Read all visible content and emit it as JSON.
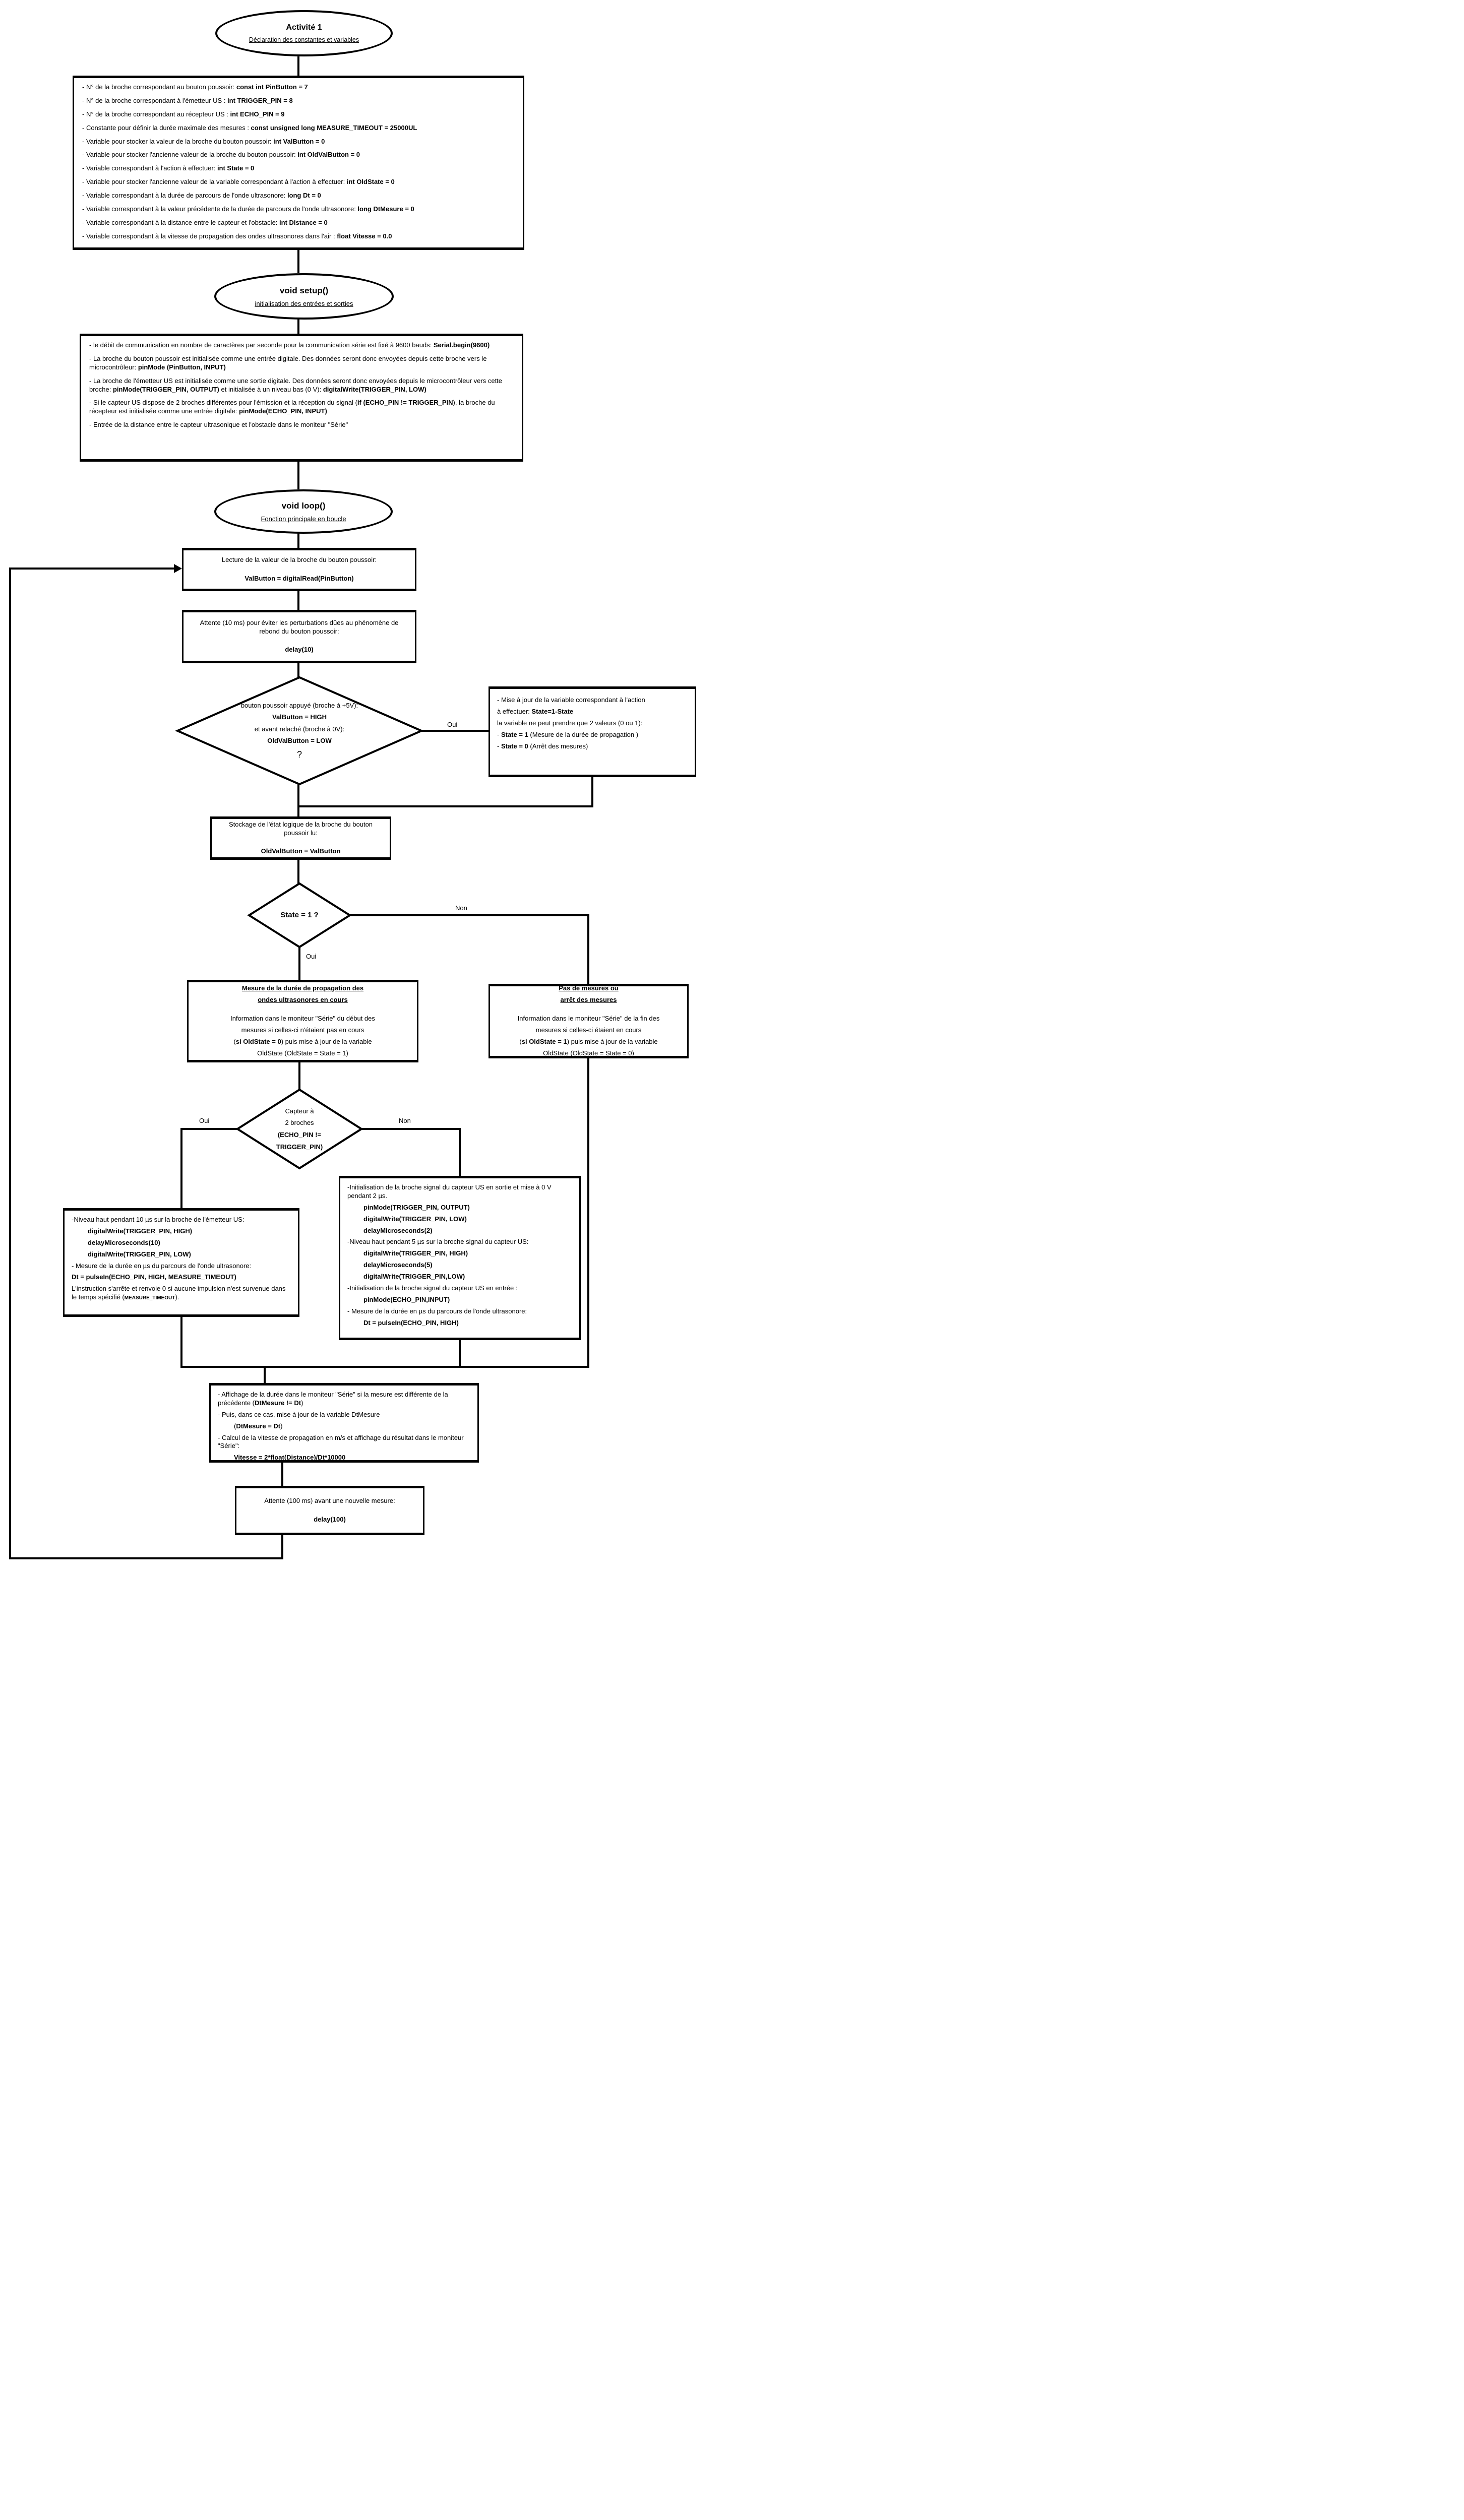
{
  "colors": {
    "ink": "#000000",
    "paper": "#ffffff"
  },
  "labels": {
    "oui_bouton": "Oui",
    "non_state": "Non",
    "oui_state": "Oui",
    "oui_capteur": "Oui",
    "non_capteur": "Non"
  },
  "nodes": {
    "activite": {
      "title": "Activité 1",
      "subtitle": "Déclaration des constantes et variables"
    },
    "declarations": {
      "lines": [
        {
          "s": [
            {
              "t": "- N° de la broche correspondant au bouton poussoir:  "
            },
            {
              "t": "const int PinButton = 7",
              "b": 1
            }
          ]
        },
        {
          "s": [
            {
              "t": "- N° de la broche correspondant à l'émetteur US :  "
            },
            {
              "t": "int TRIGGER_PIN = 8",
              "b": 1
            }
          ]
        },
        {
          "s": [
            {
              "t": "- N° de la broche correspondant au récepteur US :  "
            },
            {
              "t": "int ECHO_PIN = 9",
              "b": 1
            }
          ]
        },
        {
          "s": [
            {
              "t": "- Constante pour définir la durée maximale des mesures :  "
            },
            {
              "t": "const unsigned long MEASURE_TIMEOUT = 25000UL",
              "b": 1
            }
          ]
        },
        {
          "s": [
            {
              "t": "- Variable pour stocker la valeur de la broche du bouton poussoir:  "
            },
            {
              "t": "int ValButton = 0",
              "b": 1
            }
          ]
        },
        {
          "s": [
            {
              "t": "- Variable pour stocker l'ancienne valeur de la broche du bouton poussoir:  "
            },
            {
              "t": "int OldValButton = 0",
              "b": 1
            }
          ]
        },
        {
          "s": [
            {
              "t": "- Variable correspondant à l'action à effectuer:  "
            },
            {
              "t": "int State = 0",
              "b": 1
            }
          ]
        },
        {
          "s": [
            {
              "t": "- Variable pour stocker l'ancienne valeur de la variable correspondant à l'action à effectuer:  "
            },
            {
              "t": "int OldState = 0",
              "b": 1
            }
          ]
        },
        {
          "s": [
            {
              "t": "- Variable correspondant à la durée de parcours de l'onde ultrasonore: "
            },
            {
              "t": "long Dt = 0",
              "b": 1
            }
          ]
        },
        {
          "s": [
            {
              "t": "- Variable correspondant à la valeur précédente de la durée de parcours de l'onde ultrasonore: "
            },
            {
              "t": "long DtMesure = 0",
              "b": 1
            }
          ]
        },
        {
          "s": [
            {
              "t": "- Variable correspondant à la distance entre le capteur et l'obstacle:   "
            },
            {
              "t": "int Distance = 0",
              "b": 1
            }
          ]
        },
        {
          "s": [
            {
              "t": "- Variable correspondant à la vitesse de propagation des ondes ultrasonores dans l'air :   "
            },
            {
              "t": "float Vitesse = 0.0",
              "b": 1
            }
          ]
        }
      ]
    },
    "setup": {
      "title": "void setup()",
      "subtitle": "initialisation des entrées et sorties"
    },
    "setup_detail": {
      "lines": [
        {
          "s": [
            {
              "t": "- le débit de communication en nombre de caractères par seconde pour la communication série est fixé à 9600 bauds: "
            },
            {
              "t": "Serial.begin(9600)",
              "b": 1
            }
          ]
        },
        {
          "s": [
            {
              "t": "- La broche du bouton poussoir est initialisée comme une entrée digitale. Des données seront donc envoyées depuis cette broche vers le microcontrôleur:   "
            },
            {
              "t": "pinMode (PinButton, INPUT)",
              "b": 1
            }
          ]
        },
        {
          "s": [
            {
              "t": "- La broche de l'émetteur US est initialisée comme une sortie digitale. Des données seront donc envoyées depuis le microcontrôleur vers cette broche:   "
            },
            {
              "t": "pinMode(TRIGGER_PIN, OUTPUT)",
              "b": 1
            },
            {
              "t": "  et initialisée à un niveau bas (0 V): "
            },
            {
              "t": "digitalWrite(TRIGGER_PIN, LOW)",
              "b": 1
            }
          ]
        },
        {
          "s": [
            {
              "t": "- Si le capteur US dispose de 2 broches différentes pour l'émission et la réception du signal ("
            },
            {
              "t": "if (ECHO_PIN != TRIGGER_PIN",
              "b": 1
            },
            {
              "t": "), la broche du récepteur est initialisée comme une entrée digitale:   "
            },
            {
              "t": "pinMode(ECHO_PIN, INPUT)",
              "b": 1
            }
          ]
        },
        {
          "s": [
            {
              "t": "- Entrée de la distance entre le capteur ultrasonique et l'obstacle dans le moniteur \"Série\""
            }
          ]
        }
      ]
    },
    "loop": {
      "title": "void loop()",
      "subtitle": "Fonction principale en boucle"
    },
    "lecture": {
      "lines": [
        {
          "c": 1,
          "s": [
            {
              "t": "Lecture de la valeur de la broche du bouton poussoir:"
            }
          ]
        },
        {
          "c": 1,
          "gap": 1,
          "s": [
            {
              "t": "ValButton = digitalRead(PinButton)",
              "b": 1
            }
          ]
        }
      ]
    },
    "attente10": {
      "lines": [
        {
          "c": 1,
          "s": [
            {
              "t": "Attente (10 ms) pour éviter les perturbations dûes au phénomène de rebond du bouton poussoir:"
            }
          ]
        },
        {
          "c": 1,
          "gap": 1,
          "s": [
            {
              "t": "delay(10)",
              "b": 1
            }
          ]
        }
      ]
    },
    "decision_bouton": {
      "lines": [
        {
          "c": 1,
          "s": [
            {
              "t": "bouton poussoir appuyé (broche à +5V):"
            }
          ]
        },
        {
          "c": 1,
          "s": [
            {
              "t": "ValButton = HIGH",
              "b": 1
            }
          ]
        },
        {
          "c": 1,
          "s": [
            {
              "t": "et avant relaché (broche à 0V):"
            }
          ]
        },
        {
          "c": 1,
          "s": [
            {
              "t": "OldValButton = LOW",
              "b": 1
            }
          ]
        },
        {
          "c": 1,
          "s": [
            {
              "t": "?",
              "lg": 1
            }
          ]
        }
      ]
    },
    "maj_state": {
      "lines": [
        {
          "s": [
            {
              "t": "- Mise à jour de la variable correspondant à l'action"
            }
          ]
        },
        {
          "s": [
            {
              "t": "à effectuer: "
            },
            {
              "t": "State=1-State",
              "b": 1
            }
          ]
        },
        {
          "s": [
            {
              "t": "la variable ne peut prendre que 2 valeurs (0 ou 1):"
            }
          ]
        },
        {
          "s": [
            {
              "t": "- "
            },
            {
              "t": "State = 1",
              "b": 1
            },
            {
              "t": " (Mesure de la durée de propagation )"
            }
          ]
        },
        {
          "s": [
            {
              "t": "- "
            },
            {
              "t": "State = 0",
              "b": 1
            },
            {
              "t": " (Arrêt des mesures)"
            }
          ]
        }
      ]
    },
    "stockage": {
      "lines": [
        {
          "c": 1,
          "s": [
            {
              "t": "Stockage de l'état logique de la broche du bouton poussoir lu:"
            }
          ]
        },
        {
          "c": 1,
          "gap": 1,
          "s": [
            {
              "t": "OldValButton = ValButton",
              "b": 1
            }
          ]
        }
      ]
    },
    "decision_state": {
      "lines": [
        {
          "c": 1,
          "s": [
            {
              "t": "State = 1 ?",
              "b": 1
            }
          ]
        }
      ]
    },
    "mesure_en_cours": {
      "lines": [
        {
          "c": 1,
          "s": [
            {
              "t": "Mesure de la durée de propagation des",
              "b": 1,
              "u": 1
            }
          ]
        },
        {
          "c": 1,
          "s": [
            {
              "t": "ondes ultrasonores en cours",
              "b": 1,
              "u": 1
            }
          ]
        },
        {
          "c": 1,
          "gap": 1,
          "s": [
            {
              "t": "Information dans le moniteur \"Série\" du début des"
            }
          ]
        },
        {
          "c": 1,
          "s": [
            {
              "t": "mesures si celles-ci n'étaient pas en cours"
            }
          ]
        },
        {
          "c": 1,
          "s": [
            {
              "t": "("
            },
            {
              "t": "si OldState = 0",
              "b": 1
            },
            {
              "t": ")  puis mise à jour de la variable"
            }
          ]
        },
        {
          "c": 1,
          "s": [
            {
              "t": "OldState (OldState = State = 1)"
            }
          ]
        }
      ]
    },
    "pas_de_mesures": {
      "lines": [
        {
          "c": 1,
          "s": [
            {
              "t": "Pas de mesures ou",
              "b": 1,
              "u": 1
            }
          ]
        },
        {
          "c": 1,
          "s": [
            {
              "t": "arrêt des mesures",
              "b": 1,
              "u": 1
            }
          ]
        },
        {
          "c": 1,
          "gap": 1,
          "s": [
            {
              "t": "Information dans le moniteur \"Série\" de la fin des"
            }
          ]
        },
        {
          "c": 1,
          "s": [
            {
              "t": "mesures si celles-ci étaient en cours"
            }
          ]
        },
        {
          "c": 1,
          "s": [
            {
              "t": "("
            },
            {
              "t": "si OldState = 1",
              "b": 1
            },
            {
              "t": ")   puis mise à jour de la variable"
            }
          ]
        },
        {
          "c": 1,
          "s": [
            {
              "t": "OldState (OldState = State = 0)"
            }
          ]
        }
      ]
    },
    "decision_capteur": {
      "lines": [
        {
          "c": 1,
          "s": [
            {
              "t": "Capteur à"
            }
          ]
        },
        {
          "c": 1,
          "s": [
            {
              "t": "2 broches"
            }
          ]
        },
        {
          "c": 1,
          "s": [
            {
              "t": "(ECHO_PIN !=",
              "b": 1
            }
          ]
        },
        {
          "c": 1,
          "s": [
            {
              "t": "TRIGGER_PIN)",
              "b": 1
            }
          ]
        }
      ]
    },
    "niveau_haut": {
      "lines": [
        {
          "s": [
            {
              "t": "-Niveau haut pendant 10 µs sur la broche de l'émetteur US:"
            }
          ]
        },
        {
          "i": 1,
          "s": [
            {
              "t": "digitalWrite(TRIGGER_PIN, HIGH)",
              "b": 1
            }
          ]
        },
        {
          "i": 1,
          "s": [
            {
              "t": "delayMicroseconds(10)",
              "b": 1
            }
          ]
        },
        {
          "i": 1,
          "s": [
            {
              "t": "digitalWrite(TRIGGER_PIN, LOW)",
              "b": 1
            }
          ]
        },
        {
          "s": [
            {
              "t": "- Mesure de la durée en µs du parcours de l'onde ultrasonore:"
            }
          ]
        },
        {
          "s": [
            {
              "t": "Dt = pulseIn(ECHO_PIN, HIGH, MEASURE_TIMEOUT)",
              "b": 1
            }
          ]
        },
        {
          "s": [
            {
              "t": "L'instruction s'arrête et renvoie 0 si aucune impulsion n'est survenue dans le temps spécifié ("
            },
            {
              "t": "MEASURE_TIMEOUT",
              "sm": 1
            },
            {
              "t": ")."
            }
          ]
        }
      ]
    },
    "init_capteur": {
      "lines": [
        {
          "s": [
            {
              "t": "-Initialisation de la broche signal du capteur US en sortie et mise à 0 V pendant 2 µs."
            }
          ]
        },
        {
          "i": 1,
          "s": [
            {
              "t": "pinMode(TRIGGER_PIN, OUTPUT)",
              "b": 1
            }
          ]
        },
        {
          "i": 1,
          "s": [
            {
              "t": "digitalWrite(TRIGGER_PIN, LOW)",
              "b": 1
            }
          ]
        },
        {
          "i": 1,
          "s": [
            {
              "t": "delayMicroseconds(2)",
              "b": 1
            }
          ]
        },
        {
          "s": [
            {
              "t": "-Niveau haut pendant 5 µs sur la broche signal du capteur US:"
            }
          ]
        },
        {
          "i": 1,
          "s": [
            {
              "t": "digitalWrite(TRIGGER_PIN, HIGH)",
              "b": 1
            }
          ]
        },
        {
          "i": 1,
          "s": [
            {
              "t": "delayMicroseconds(5)",
              "b": 1
            }
          ]
        },
        {
          "i": 1,
          "s": [
            {
              "t": "digitalWrite(TRIGGER_PIN,LOW)",
              "b": 1
            }
          ]
        },
        {
          "s": [
            {
              "t": "-Initialisation de la broche signal du capteur US en entrée :"
            }
          ]
        },
        {
          "i": 1,
          "s": [
            {
              "t": "pinMode(ECHO_PIN,INPUT)",
              "b": 1
            }
          ]
        },
        {
          "s": [
            {
              "t": "- Mesure de la durée en µs du parcours de l'onde ultrasonore:"
            }
          ]
        },
        {
          "i": 1,
          "s": [
            {
              "t": "Dt = pulseIn(ECHO_PIN, HIGH)",
              "b": 1
            }
          ]
        }
      ]
    },
    "affichage": {
      "lines": [
        {
          "s": [
            {
              "t": "- Affichage de la durée dans le moniteur \"Série\" si la mesure est différente de la précédente  ("
            },
            {
              "t": "DtMesure != Dt",
              "b": 1
            },
            {
              "t": ")"
            }
          ]
        },
        {
          "s": [
            {
              "t": "- Puis, dans ce cas, mise à jour de la variable DtMesure"
            }
          ]
        },
        {
          "i": 1,
          "s": [
            {
              "t": "("
            },
            {
              "t": "DtMesure = Dt",
              "b": 1
            },
            {
              "t": ")"
            }
          ]
        },
        {
          "s": [
            {
              "t": "- Calcul de la vitesse de propagation en m/s et affichage du résultat dans le moniteur \"Série\":"
            }
          ]
        },
        {
          "i": 1,
          "s": [
            {
              "t": "Vitesse = 2*float(Distance)/Dt*10000",
              "b": 1
            }
          ]
        }
      ]
    },
    "attente100": {
      "lines": [
        {
          "c": 1,
          "s": [
            {
              "t": "Attente (100 ms) avant une nouvelle mesure:"
            }
          ]
        },
        {
          "c": 1,
          "gap": 1,
          "s": [
            {
              "t": "delay(100)",
              "b": 1
            }
          ]
        }
      ]
    }
  }
}
